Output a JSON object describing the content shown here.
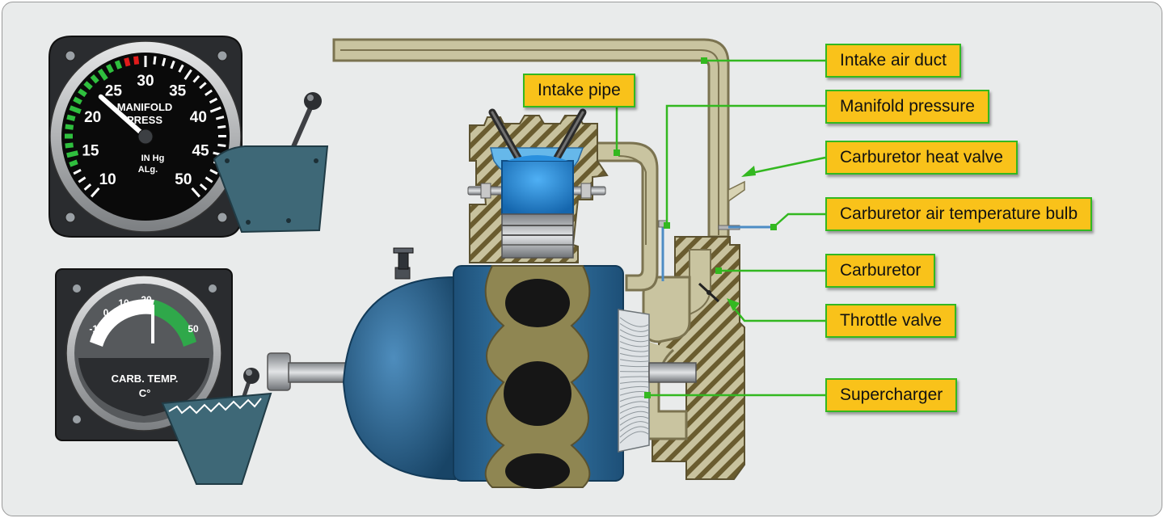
{
  "callouts": {
    "intake_air_duct": "Intake air duct",
    "intake_pipe": "Intake pipe",
    "manifold_pressure": "Manifold pressure",
    "carburetor_heat_valve": "Carburetor heat valve",
    "carburetor_air_temperature_bulb": "Carburetor air temperature bulb",
    "carburetor": "Carburetor",
    "throttle_valve": "Throttle valve",
    "supercharger": "Supercharger"
  },
  "manifold_gauge": {
    "title_line1": "MANIFOLD",
    "title_line2": "PRESS",
    "unit_line1": "IN  Hg",
    "unit_line2": "ALg.",
    "scale": [
      "10",
      "15",
      "20",
      "25",
      "30",
      "35",
      "40",
      "45",
      "50"
    ],
    "needle_value": 23
  },
  "carb_temp_gauge": {
    "title_line1": "CARB. TEMP.",
    "title_line2": "C°",
    "scale": [
      "-10",
      "0",
      "10",
      "20",
      "50"
    ]
  },
  "colors": {
    "callout_fill": "#f9c21a",
    "callout_border": "#33b820",
    "leader_line": "#33b820",
    "duct": "#c9c4a0",
    "engine_blue": "#2c6a96",
    "cylinder_blue": "#1f86d6"
  }
}
